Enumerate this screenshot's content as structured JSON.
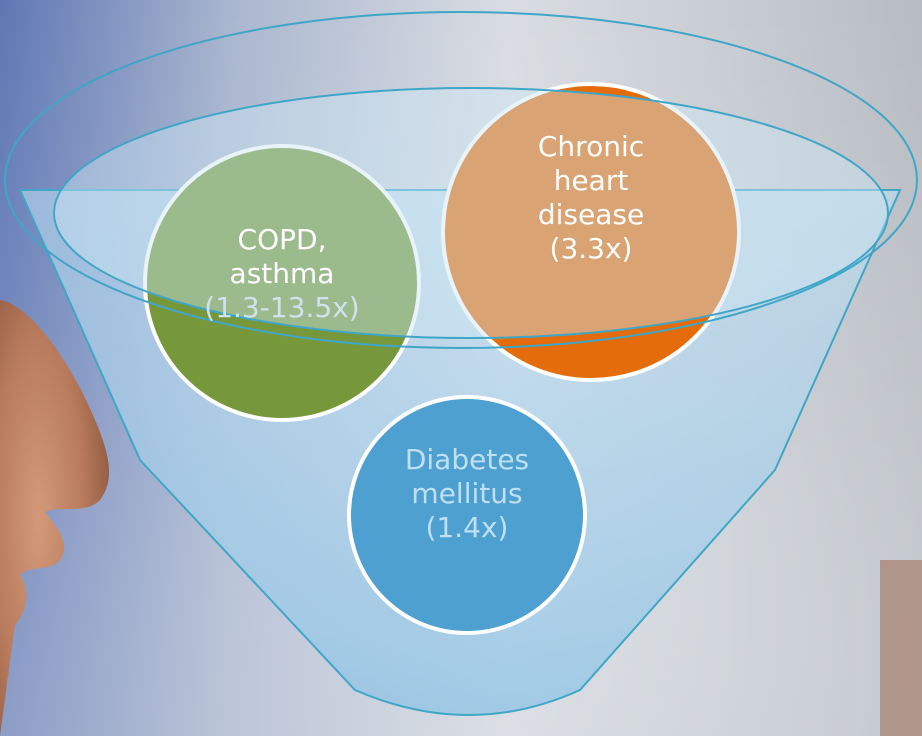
{
  "funnel": {
    "items": [
      {
        "id": "copd",
        "lines": [
          "COPD,",
          "asthma",
          "(1.3-13.5x)"
        ],
        "fill": "#76983a",
        "text_color": "#ffffff",
        "overflow_text_color": "#cfe2ee"
      },
      {
        "id": "heart",
        "lines": [
          "Chronic",
          "heart",
          "disease",
          "(3.3x)"
        ],
        "fill": "#e46c0a",
        "text_color": "#ffffff"
      },
      {
        "id": "diabetes",
        "lines": [
          "Diabetes",
          "mellitus",
          "(1.4x)"
        ],
        "fill": "#4ea0d0",
        "text_color": "#bfe0f3"
      }
    ],
    "colors": {
      "funnel_fill": "#a9d1ec",
      "funnel_stroke": "#3fa6c8",
      "circle_stroke": "#ffffff"
    }
  }
}
